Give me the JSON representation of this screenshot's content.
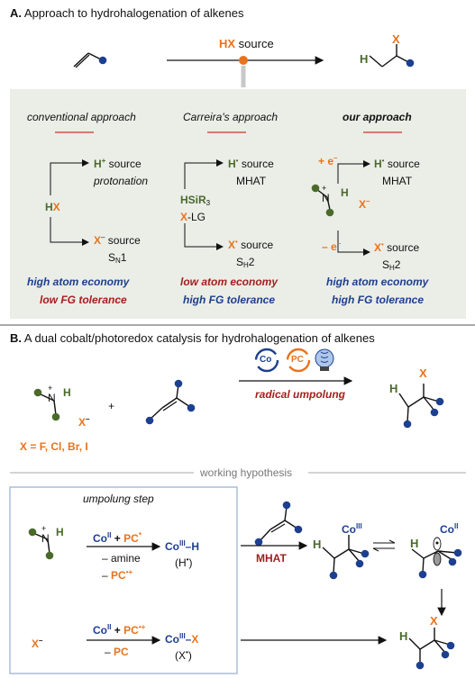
{
  "section_a": {
    "title_letter": "A.",
    "title": "Approach to hydrohalogenation of alkenes",
    "hx_h": "H",
    "hx_x": "X",
    "hx_source": " source",
    "product_h": "H",
    "product_x": "X",
    "columns": [
      {
        "heading": "conventional approach"
      },
      {
        "heading": "Carreira's approach"
      },
      {
        "heading": "our approach"
      }
    ],
    "conv": {
      "h_plus": "H",
      "h_plus_sup": "+",
      "source": " source",
      "protonation": "protonation",
      "hx_h": "H",
      "hx_x": "X",
      "x_minus": "X",
      "x_minus_sup": "–",
      "source2": " source",
      "sn1": "S",
      "sn1_sub": "N",
      "sn1_tail": "1",
      "atom": "high atom economy",
      "fg": "low FG tolerance"
    },
    "carreira": {
      "h_rad": "H",
      "source": " source",
      "mhat": "MHAT",
      "hsir3": "HSiR",
      "hsir3_sub": "3",
      "xlg_x": "X",
      "xlg_tail": "-LG",
      "x_rad": "X",
      "source2": " source",
      "sh2": "S",
      "sh2_sub": "H",
      "sh2_tail": "2",
      "atom": "low atom economy",
      "fg": "high FG tolerance"
    },
    "ours": {
      "plus_e": "+ e",
      "plus_e_sup": "–",
      "h_rad": "H",
      "source": " source",
      "mhat": "MHAT",
      "n_plus": "+",
      "n_label": "N",
      "n_h": "H",
      "x_minus": "X",
      "x_minus_sup": "–",
      "minus_e": "– e",
      "minus_e_sup": "–",
      "x_rad": "X",
      "source2": " source",
      "sh2": "S",
      "sh2_sub": "H",
      "sh2_tail": "2",
      "atom": "high atom economy",
      "fg": "high FG tolerance"
    }
  },
  "section_b": {
    "title_letter": "B.",
    "title": "A dual cobalt/photoredox catalysis for hydrohalogenation of alkenes",
    "salt_plus": "+",
    "salt_n": "N",
    "salt_h": "H",
    "salt_x": "X",
    "salt_minus": "–",
    "plus": "+",
    "co": "Co",
    "pc": "PC",
    "umpolung": "radical umpolung",
    "x_eq": "X = ",
    "halides": [
      "F",
      "Cl",
      "Br",
      "I"
    ],
    "product_h": "H",
    "product_x": "X",
    "hypothesis": "working hypothesis",
    "umpolung_step": "umpolung step",
    "step1": {
      "co": "Co",
      "co_sup": "II",
      "plus": " + ",
      "pc": "PC",
      "pc_sup": "*",
      "amine": "– amine",
      "minus": "– ",
      "pc2": "PC",
      "pc2_sup": "•+",
      "product": "Co",
      "product_sup": "III",
      "product_tail": "–H",
      "h_rad": "(H",
      "h_rad_sup": "•",
      "h_rad_tail": ")"
    },
    "step2": {
      "x": "X",
      "x_sup": "–",
      "co": "Co",
      "co_sup": "II",
      "plus": " + ",
      "pc": "PC",
      "pc_sup": "•+",
      "minus": "– ",
      "pc2": "PC",
      "product": "Co",
      "product_sup": "III",
      "product_tail": "–X",
      "x_rad": "(X",
      "x_rad_sup": "•",
      "x_rad_tail": ")"
    },
    "mhat": "MHAT",
    "co3": "Co",
    "co3_sup": "III",
    "co2": "Co",
    "co2_sup": "II",
    "int_h": "H",
    "int2_h": "H",
    "final_h": "H",
    "final_x": "X"
  },
  "colors": {
    "orange": "#e8731e",
    "green": "#4a6a2a",
    "blue": "#1d3f8f",
    "red": "#a51e1e",
    "panel": "#ebede7",
    "box_border": "#9fb3d4"
  }
}
